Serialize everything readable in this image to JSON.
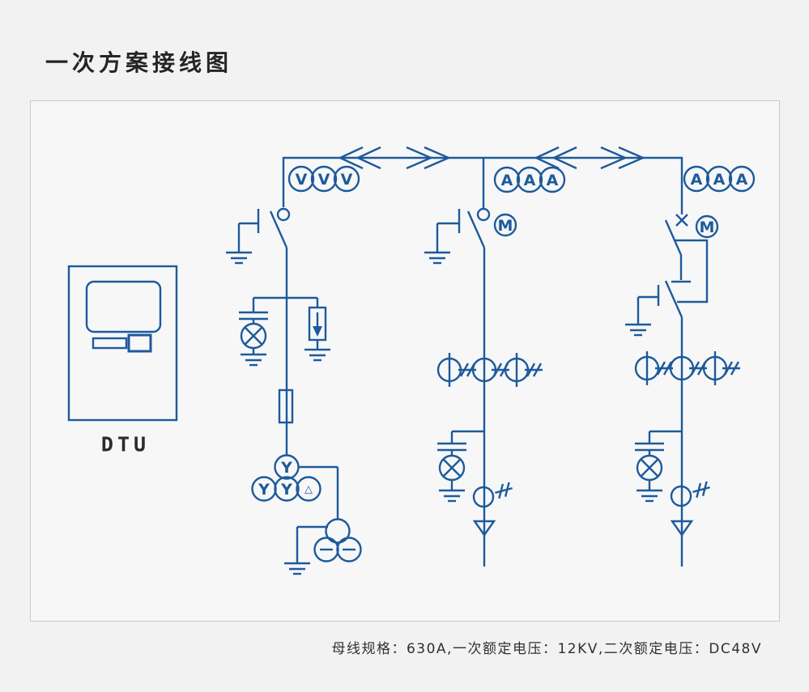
{
  "title": "一次方案接线图",
  "spec_note": "母线规格：630A,一次额定电压：12KV,二次额定电压：DC48V",
  "dtu": {
    "label": "DTU"
  },
  "meter_labels": {
    "voltmeter": "V",
    "ammeter": "A"
  },
  "motor_label": "M",
  "transformer_labels": {
    "wye": "Y",
    "delta": "△"
  },
  "colors": {
    "line": "#1d5a9b",
    "page_bg": "#f2f2f3",
    "panel_bg": "#f7f7f8",
    "panel_border": "#c8c8cc",
    "title_text": "#252525",
    "note_text": "#303030"
  }
}
